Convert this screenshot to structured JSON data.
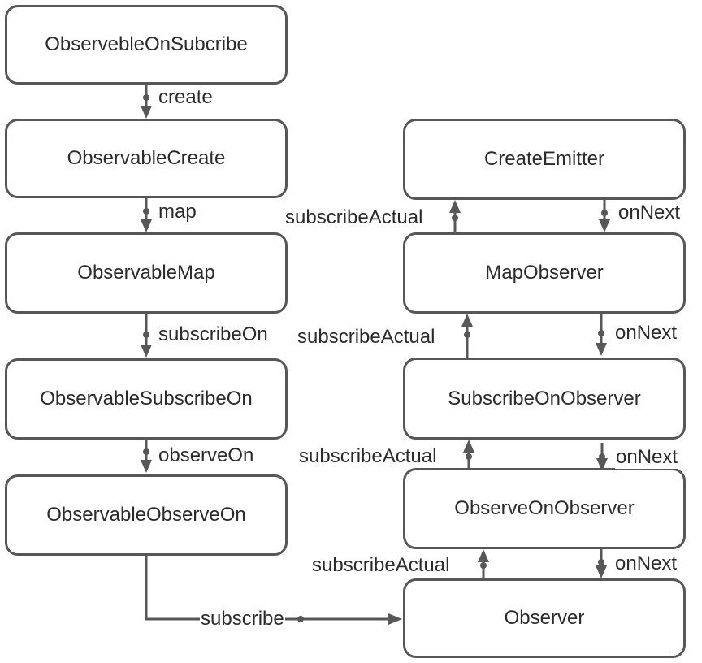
{
  "nodes": {
    "observeble_on_subcribe": "ObservebleOnSubcribe",
    "observable_create": "ObservableCreate",
    "observable_map": "ObservableMap",
    "observable_subscribe_on": "ObservableSubscribeOn",
    "observable_observe_on": "ObservableObserveOn",
    "create_emitter": "CreateEmitter",
    "map_observer": "MapObserver",
    "subscribe_on_observer": "SubscribeOnObserver",
    "observe_on_observer": "ObserveOnObserver",
    "observer": "Observer"
  },
  "edges": {
    "create": "create",
    "map": "map",
    "subscribe_on": "subscribeOn",
    "observe_on": "observeOn",
    "subscribe": "subscribe",
    "subscribe_actual_1": "subscribeActual",
    "subscribe_actual_2": "subscribeActual",
    "subscribe_actual_3": "subscribeActual",
    "subscribe_actual_4": "subscribeActual",
    "on_next_1": "onNext",
    "on_next_2": "onNext",
    "on_next_3": "onNext",
    "on_next_4": "onNext"
  }
}
